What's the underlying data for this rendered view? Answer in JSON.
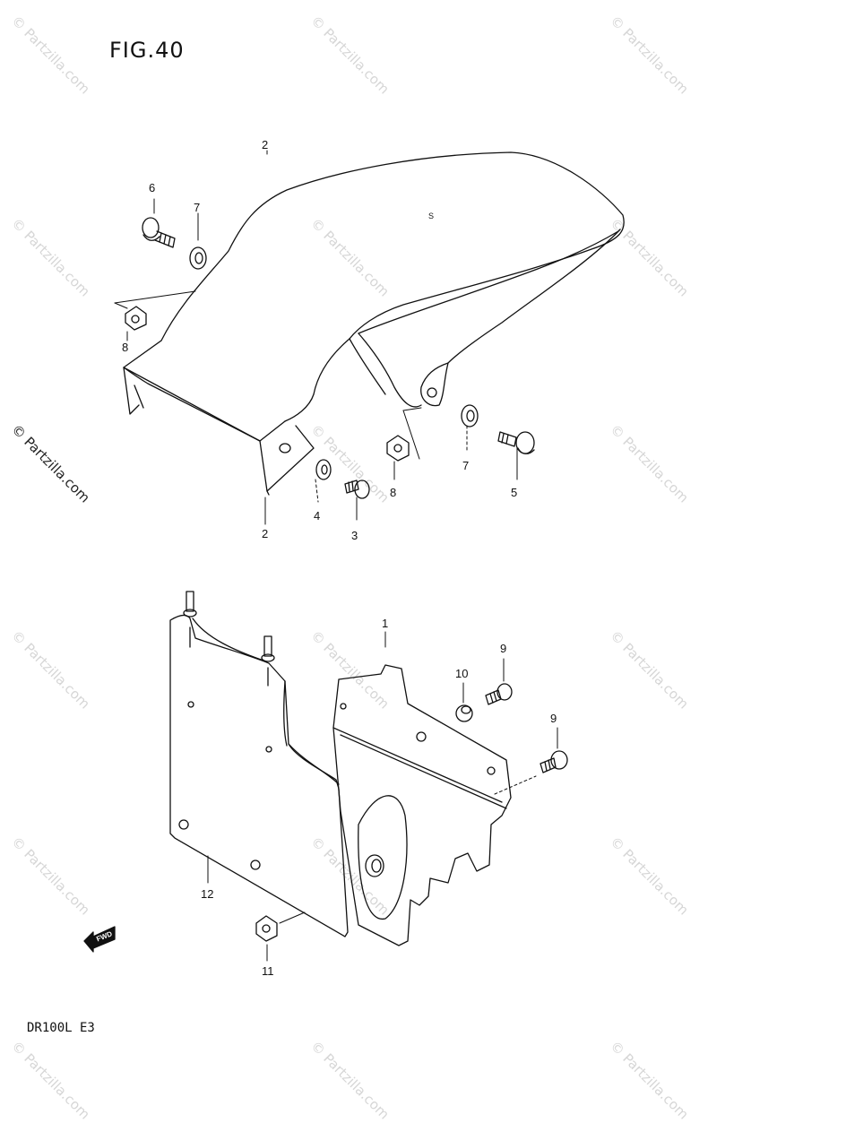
{
  "figure": {
    "title": "FIG.40",
    "model": "DR100L E3"
  },
  "watermark": {
    "text": "© Partzilla.com"
  },
  "callouts": {
    "c6": "6",
    "c7a": "7",
    "c8a": "8",
    "c2a": "2",
    "c2b": "2",
    "c4": "4",
    "c3": "3",
    "c8b": "8",
    "c7b": "7",
    "c5": "5",
    "c1": "1",
    "c10": "10",
    "c9a": "9",
    "c9b": "9",
    "c12": "12",
    "c11": "11"
  },
  "fwd_label": "FWD"
}
